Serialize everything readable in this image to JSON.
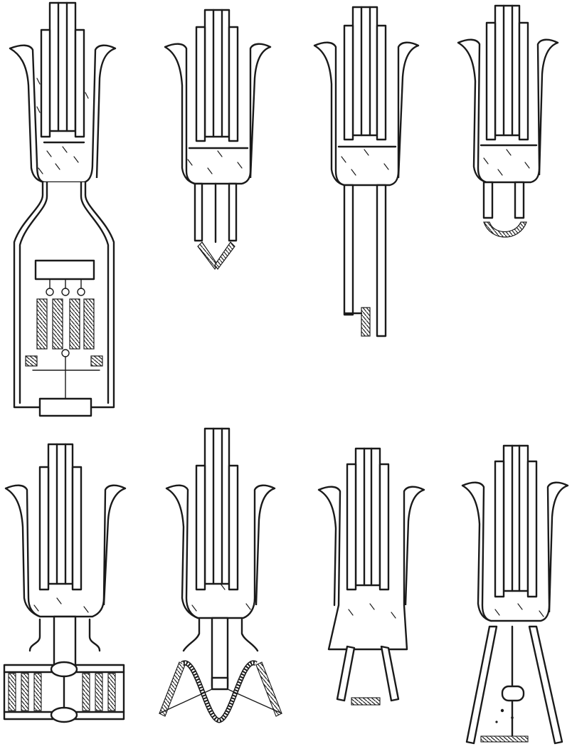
{
  "figure": {
    "style": "line-drawing",
    "ink_color": "#1a1a1a",
    "paper_color": "#ffffff",
    "panels": [
      {
        "id": "a",
        "mount": "long-envelope-multi-filament"
      },
      {
        "id": "b",
        "mount": "v-filament"
      },
      {
        "id": "c",
        "mount": "long-leads-side-coil"
      },
      {
        "id": "d",
        "mount": "arc-coil"
      },
      {
        "id": "e",
        "mount": "ladder-cage"
      },
      {
        "id": "f",
        "mount": "zigzag-coil"
      },
      {
        "id": "g",
        "mount": "short-horizontal-coil"
      },
      {
        "id": "h",
        "mount": "spread-leads-coil"
      }
    ]
  }
}
